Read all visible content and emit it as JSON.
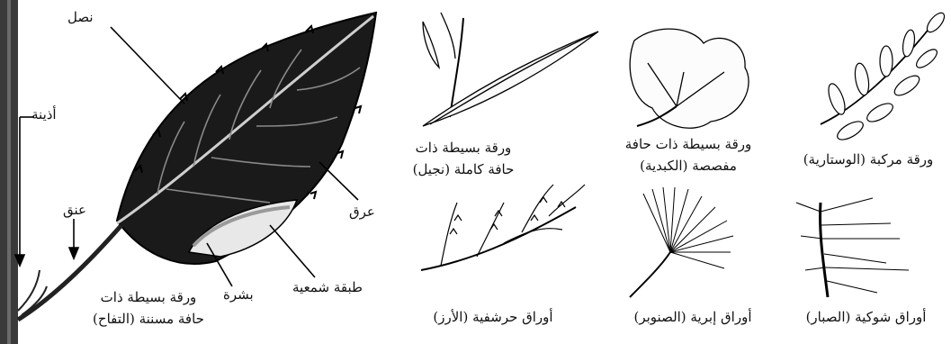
{
  "apple_leaf": {
    "labels": {
      "blade": "نصل",
      "stipule": "أذينة",
      "petiole": "عنق",
      "vein": "عرق",
      "cuticle": "بشرة",
      "waxy_layer": "طبقة شمعية"
    },
    "caption_line1": "ورقة بسيطة ذات",
    "caption_line2": "حافة مسننة (التفاح)"
  },
  "leaf_examples": {
    "palm": {
      "line1": "ورقة بسيطة ذات",
      "line2": "حافة كاملة (نجيل)"
    },
    "lobed": {
      "line1": "ورقة بسيطة ذات حافة",
      "line2": "مفصصة (الكبدية)"
    },
    "compound": {
      "line1": "ورقة مركبة (الوستارية)"
    },
    "scale": {
      "line1": "أوراق حرشفية (الأرز)"
    },
    "needle": {
      "line1": "أوراق إبرية (الصنوبر)"
    },
    "spine": {
      "line1": "أوراق شوكية (الصبار)"
    }
  },
  "colors": {
    "ink": "#111111",
    "leaf_dark": "#1a1a1a",
    "stem": "#3a3a3a"
  }
}
